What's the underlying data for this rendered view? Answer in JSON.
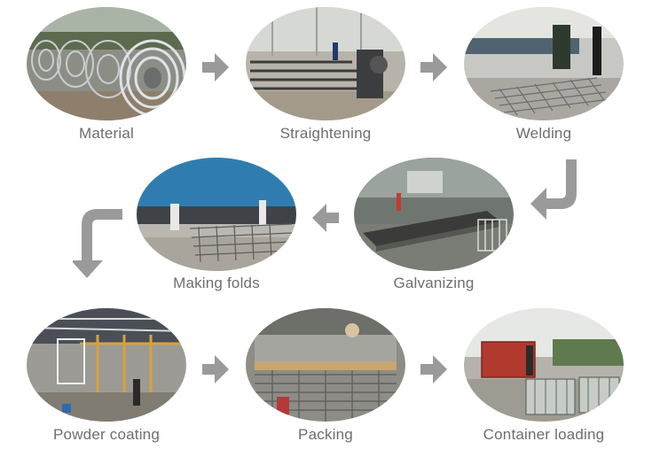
{
  "steps": [
    {
      "label": "Material"
    },
    {
      "label": "Straightening"
    },
    {
      "label": "Welding"
    },
    {
      "label": "Galvanizing"
    },
    {
      "label": "Making folds"
    },
    {
      "label": "Powder coating"
    },
    {
      "label": "Packing"
    },
    {
      "label": "Container loading"
    }
  ],
  "colors": {
    "arrow": "#9a9a9a",
    "label": "#6e6e6e"
  }
}
